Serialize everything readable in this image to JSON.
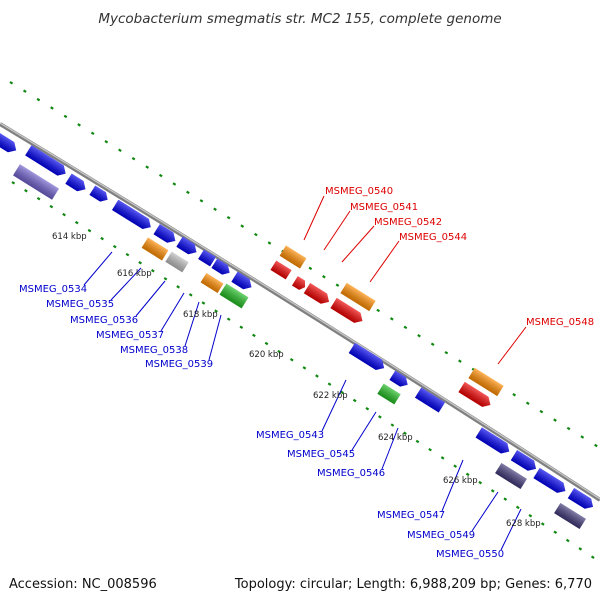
{
  "title": "Mycobacterium smegmatis str. MC2 155, complete genome",
  "accession": "Accession: NC_008596",
  "summary": "Topology: circular; Length: 6,988,209 bp; Genes: 6,770",
  "colors": {
    "backbone": "#808080",
    "forward_gene": "#0000ee",
    "rna": "#ff8c00",
    "highlight": "#ee0000",
    "pseudo": "#7060cc",
    "dark_pseudo": "#403878",
    "green_gene": "#22bb22",
    "grey_gene": "#bbbbbb",
    "gc_dots": "#118811",
    "blue_label": "#0000cc",
    "red_label": "#dd0000"
  },
  "ticks": [
    "614 kbp",
    "616 kbp",
    "618 kbp",
    "620 kbp",
    "622 kbp",
    "624 kbp",
    "626 kbp",
    "628 kbp"
  ],
  "labels_top": [
    "MSMEG_0540",
    "MSMEG_0541",
    "MSMEG_0542",
    "MSMEG_0544",
    "MSMEG_0548"
  ],
  "labels_bottom": [
    "MSMEG_0534",
    "MSMEG_0535",
    "MSMEG_0536",
    "MSMEG_0537",
    "MSMEG_0538",
    "MSMEG_0539",
    "MSMEG_0543",
    "MSMEG_0545",
    "MSMEG_0546",
    "MSMEG_0547",
    "MSMEG_0549",
    "MSMEG_0550"
  ]
}
